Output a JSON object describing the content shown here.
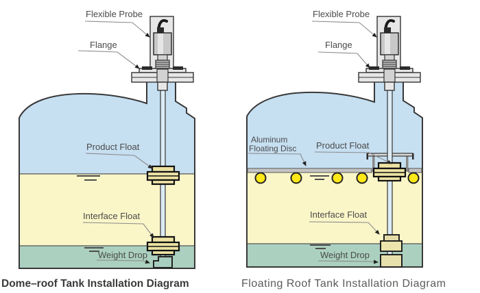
{
  "colors": {
    "vapor_layer": "#c6dff1",
    "product_layer": "#faf6c8",
    "water_layer": "#abd0c0",
    "float_ball": "#ffe817",
    "aluminum_disc": "#c4c4c4"
  },
  "diagrams": [
    {
      "caption": "Dome–roof Tank Installation Diagram",
      "labels": {
        "flexible_probe": "Flexible Probe",
        "flange": "Flange",
        "product_float": "Product Float",
        "interface_float": "Interface Float",
        "weight_drop": "Weight Drop"
      }
    },
    {
      "caption": "Floating Roof Tank Installation Diagram",
      "labels": {
        "flexible_probe": "Flexible Probe",
        "flange": "Flange",
        "aluminum_disc_line1": "Aluminum",
        "aluminum_disc_line2": "Floating Disc",
        "product_float": "Product Float",
        "interface_float": "Interface Float",
        "weight_drop": "Weight Drop"
      }
    }
  ]
}
